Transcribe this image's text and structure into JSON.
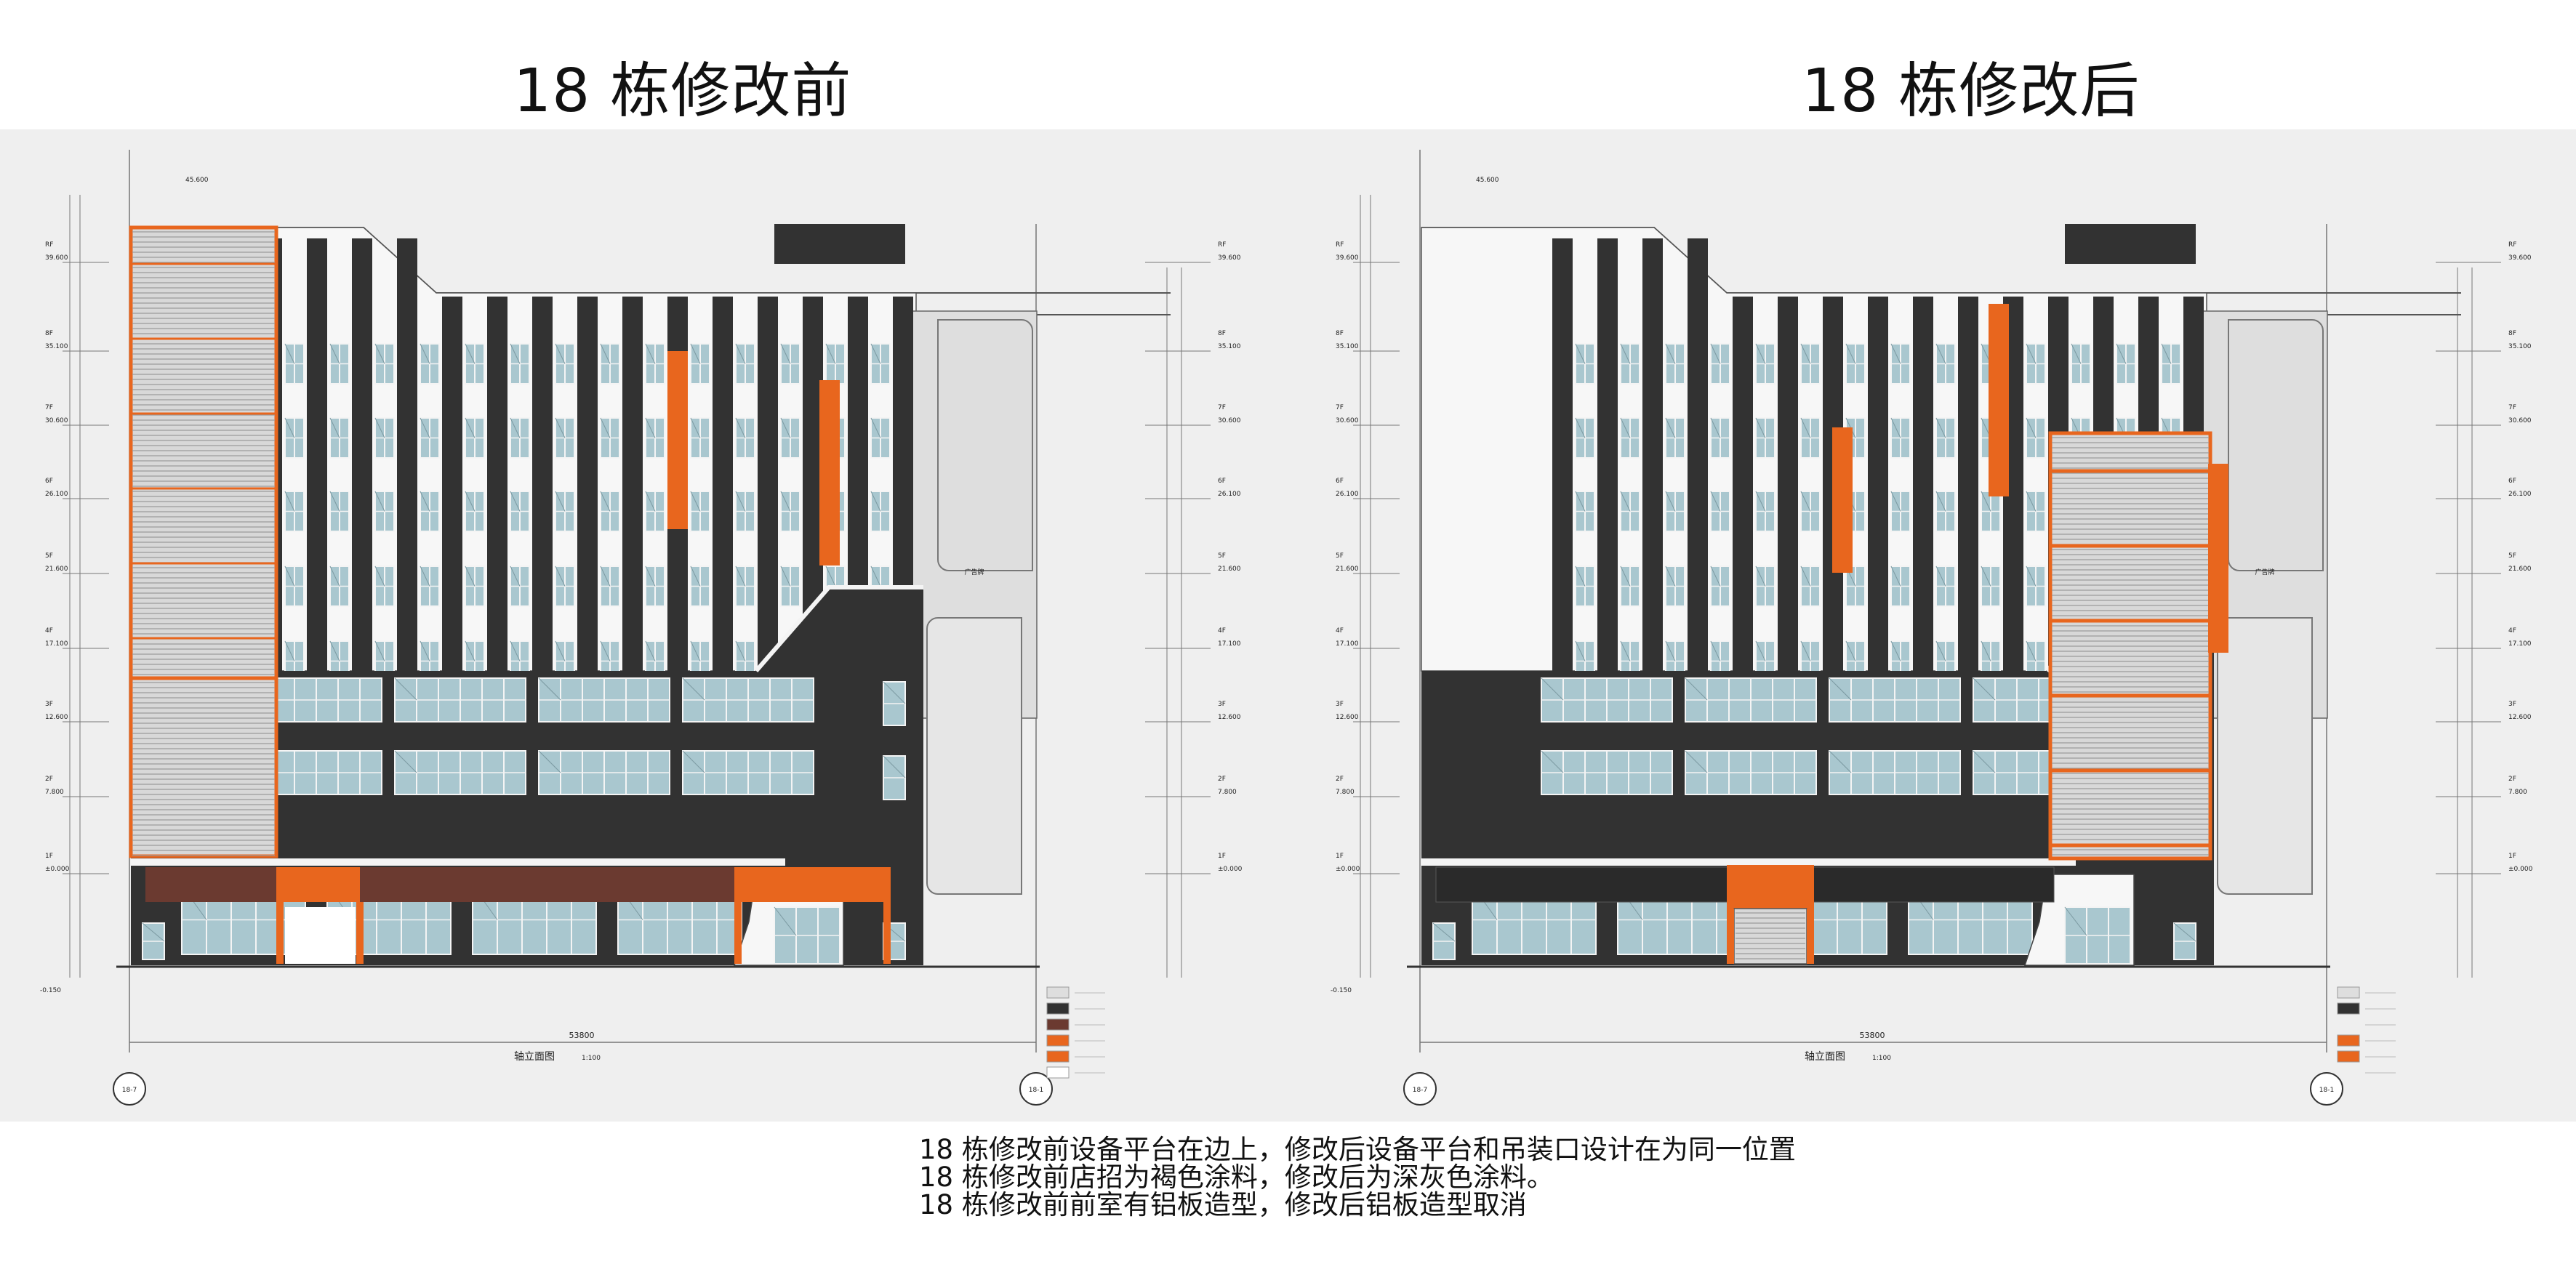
{
  "titles": {
    "before": "18 栋修改前",
    "after": "18 栋修改后"
  },
  "notes": [
    "18 栋修改前设备平台在边上，修改后设备平台和吊装口设计在为同一位置",
    "18 栋修改前店招为褐色涂料，修改后为深灰色涂料。",
    "18 栋修改前前室有铝板造型，修改后铝板造型取消"
  ],
  "drawing": {
    "elevation_label": "轴立面图",
    "scale": "1:100",
    "total_dim": "53800",
    "axis_left": "18-7",
    "axis_right": "18-1",
    "floor_labels": [
      "RF",
      "8F",
      "7F",
      "6F",
      "5F",
      "4F",
      "3F",
      "2F",
      "1F"
    ],
    "floor_levels": [
      "39.600",
      "35.100",
      "30.600",
      "26.100",
      "21.600",
      "17.100",
      "12.600",
      "7.800",
      "±0.000"
    ],
    "ground_level": "-0.150",
    "roof_level": "45.600",
    "annex_label": "广告牌"
  },
  "colors": {
    "accent_orange": "#e8661e",
    "dark_grey": "#323232",
    "light_grey": "#dedede",
    "brown": "#6b3a30",
    "glass": "#a9c7cf",
    "louver": "#d8d8d8"
  }
}
